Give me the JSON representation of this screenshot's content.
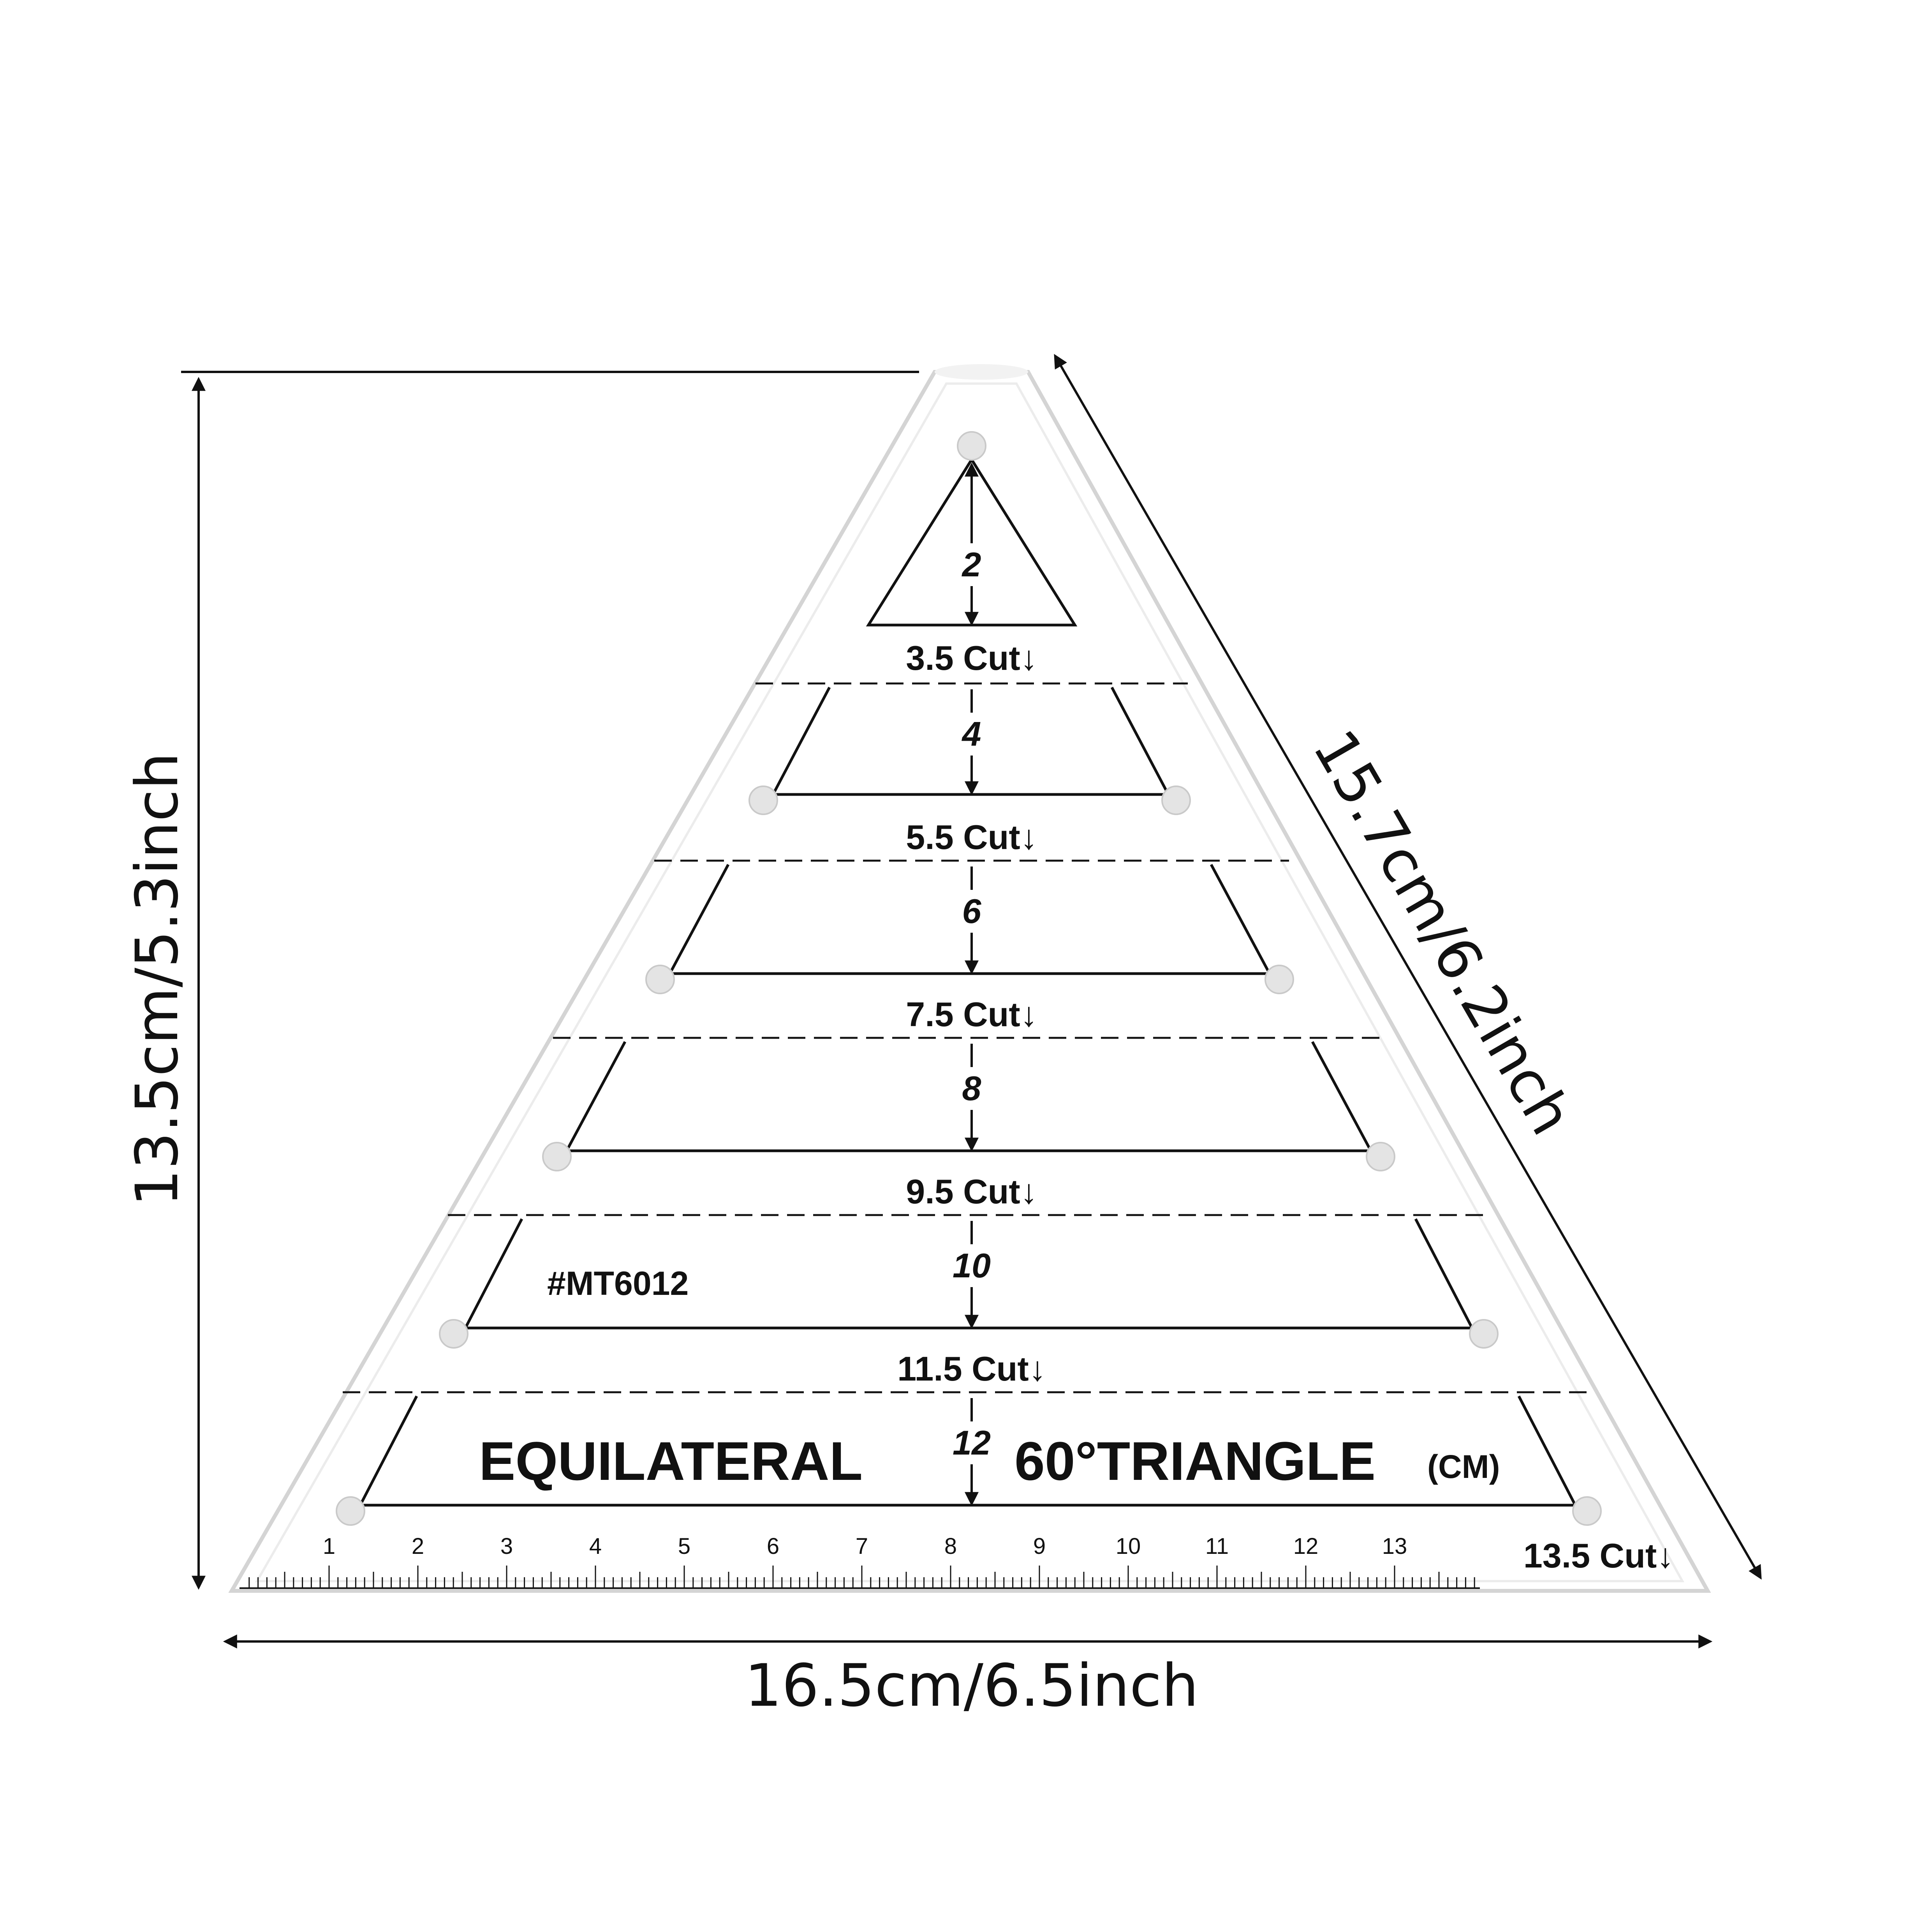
{
  "dimensions": {
    "height": "13.5cm/5.3inch",
    "width": "16.5cm/6.5inch",
    "side": "15.7cm/6.2inch"
  },
  "ruler_title": {
    "left": "EQUILATERAL",
    "right": "60°TRIANGLE",
    "unit": "(CM)"
  },
  "model": "#MT6012",
  "finished_sizes": [
    "2",
    "4",
    "6",
    "8",
    "10",
    "12"
  ],
  "cut_labels": [
    "3.5 Cut↓",
    "5.5 Cut↓",
    "7.5 Cut↓",
    "9.5 Cut↓",
    "11.5 Cut↓",
    "13.5 Cut↓"
  ],
  "scale_numbers": [
    "1",
    "2",
    "3",
    "4",
    "5",
    "6",
    "7",
    "8",
    "9",
    "10",
    "11",
    "12",
    "13"
  ],
  "colors": {
    "ink": "#111111",
    "acrylic_fill": "#ffffff",
    "acrylic_edge": "#d9d9d9",
    "hole": "#e4e4e4"
  }
}
